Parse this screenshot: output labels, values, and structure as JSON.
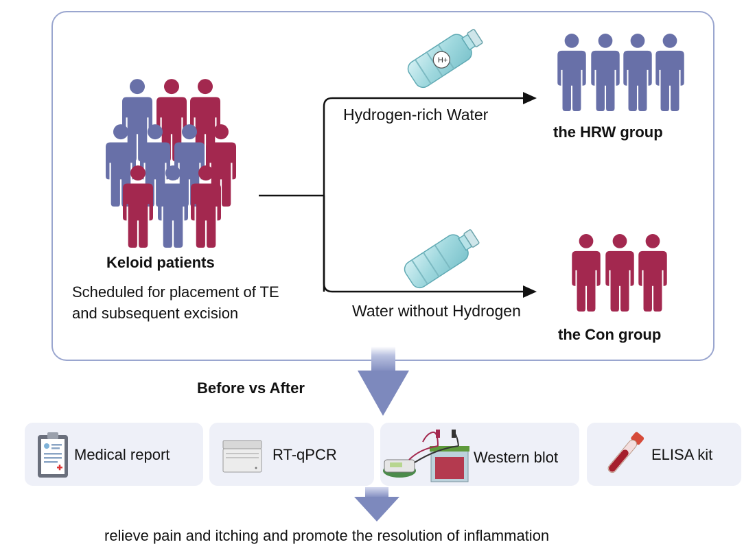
{
  "patients": {
    "title": "Keloid patients",
    "description": "Scheduled for placement of TE and subsequent excision"
  },
  "arms": {
    "hrw": {
      "treatment": "Hydrogen-rich Water",
      "group": "the HRW group",
      "bottle_badge": "H+"
    },
    "con": {
      "treatment": "Water without Hydrogen",
      "group": "the Con group"
    }
  },
  "comparison": "Before vs After",
  "methods": [
    {
      "label": "Medical report",
      "icon": "clipboard-icon"
    },
    {
      "label": "RT-qPCR",
      "icon": "pcr-machine-icon"
    },
    {
      "label": "Western blot",
      "icon": "western-blot-apparatus-icon"
    },
    {
      "label": "ELISA kit",
      "icon": "blood-tube-icon"
    }
  ],
  "outcome": "relieve pain and itching and promote the resolution of inflammation",
  "colors": {
    "blue_person": "#6870a8",
    "red_person": "#a3284f",
    "panel_border": "#9aa6cf",
    "box_fill": "#eef0f8",
    "arrow_fill": "#7d89bd"
  }
}
